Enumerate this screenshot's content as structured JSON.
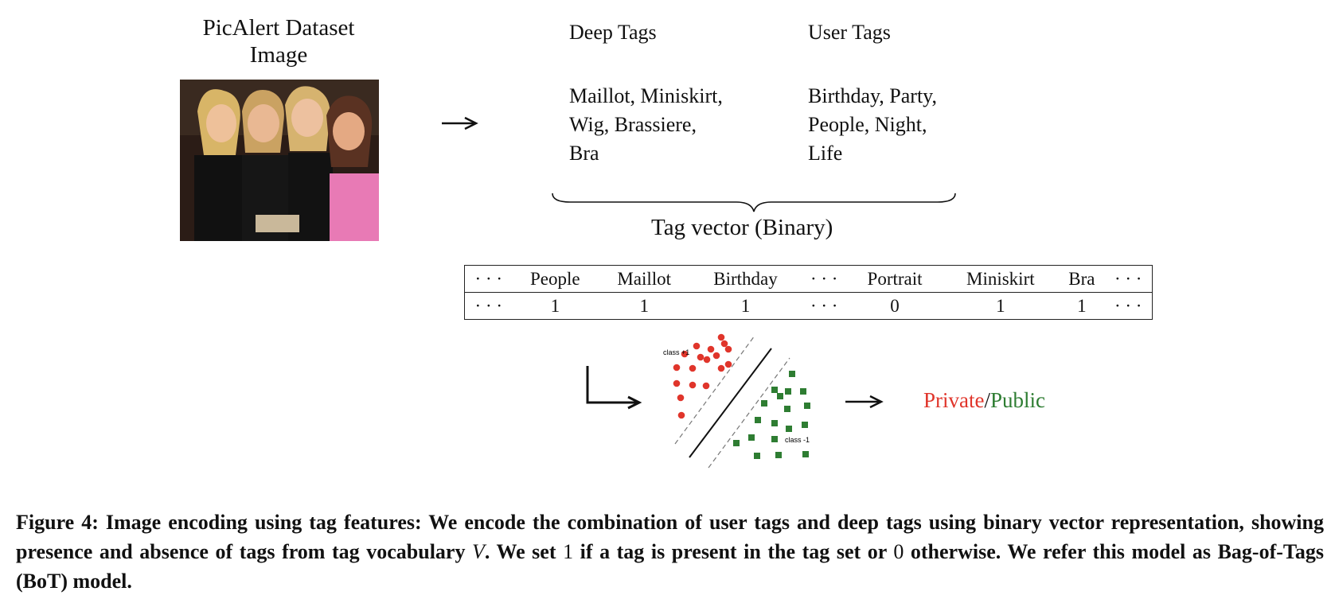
{
  "image_panel": {
    "title_line1": "PicAlert Dataset",
    "title_line2": "Image"
  },
  "deep_tags": {
    "heading": "Deep Tags",
    "lines": [
      "Maillot, Miniskirt,",
      "Wig, Brassiere,",
      "Bra"
    ]
  },
  "user_tags": {
    "heading": "User Tags",
    "lines": [
      "Birthday, Party,",
      "People, Night,",
      "Life"
    ]
  },
  "tag_vector": {
    "label": "Tag vector (Binary)",
    "headers": [
      "· · ·",
      "People",
      "Maillot",
      "Birthday",
      "· · ·",
      "Portrait",
      "Miniskirt",
      "Bra",
      "· · ·"
    ],
    "values": [
      "· · ·",
      "1",
      "1",
      "1",
      "· · ·",
      "0",
      "1",
      "1",
      "· · ·"
    ]
  },
  "classifier": {
    "class_pos_label": "class +1",
    "class_neg_label": "class -1",
    "colors": {
      "positive": "#e0352b",
      "negative": "#2e7d32"
    }
  },
  "output": {
    "private_label": "Private",
    "separator": "/",
    "public_label": "Public",
    "private_color": "#e0352b",
    "public_color": "#2e7d32"
  },
  "caption": {
    "prefix": "Figure 4:  Image encoding using tag features: We encode the combination of user tags and deep tags using binary vector representation, showing presence and absence of tags from tag vocabulary ",
    "vocab_symbol": "V",
    "middle": ". We set ",
    "one": "1",
    "middle2": " if a tag is present in the tag set or ",
    "zero": "0",
    "suffix": " otherwise. We refer this model as Bag-of-Tags (BoT) model."
  }
}
